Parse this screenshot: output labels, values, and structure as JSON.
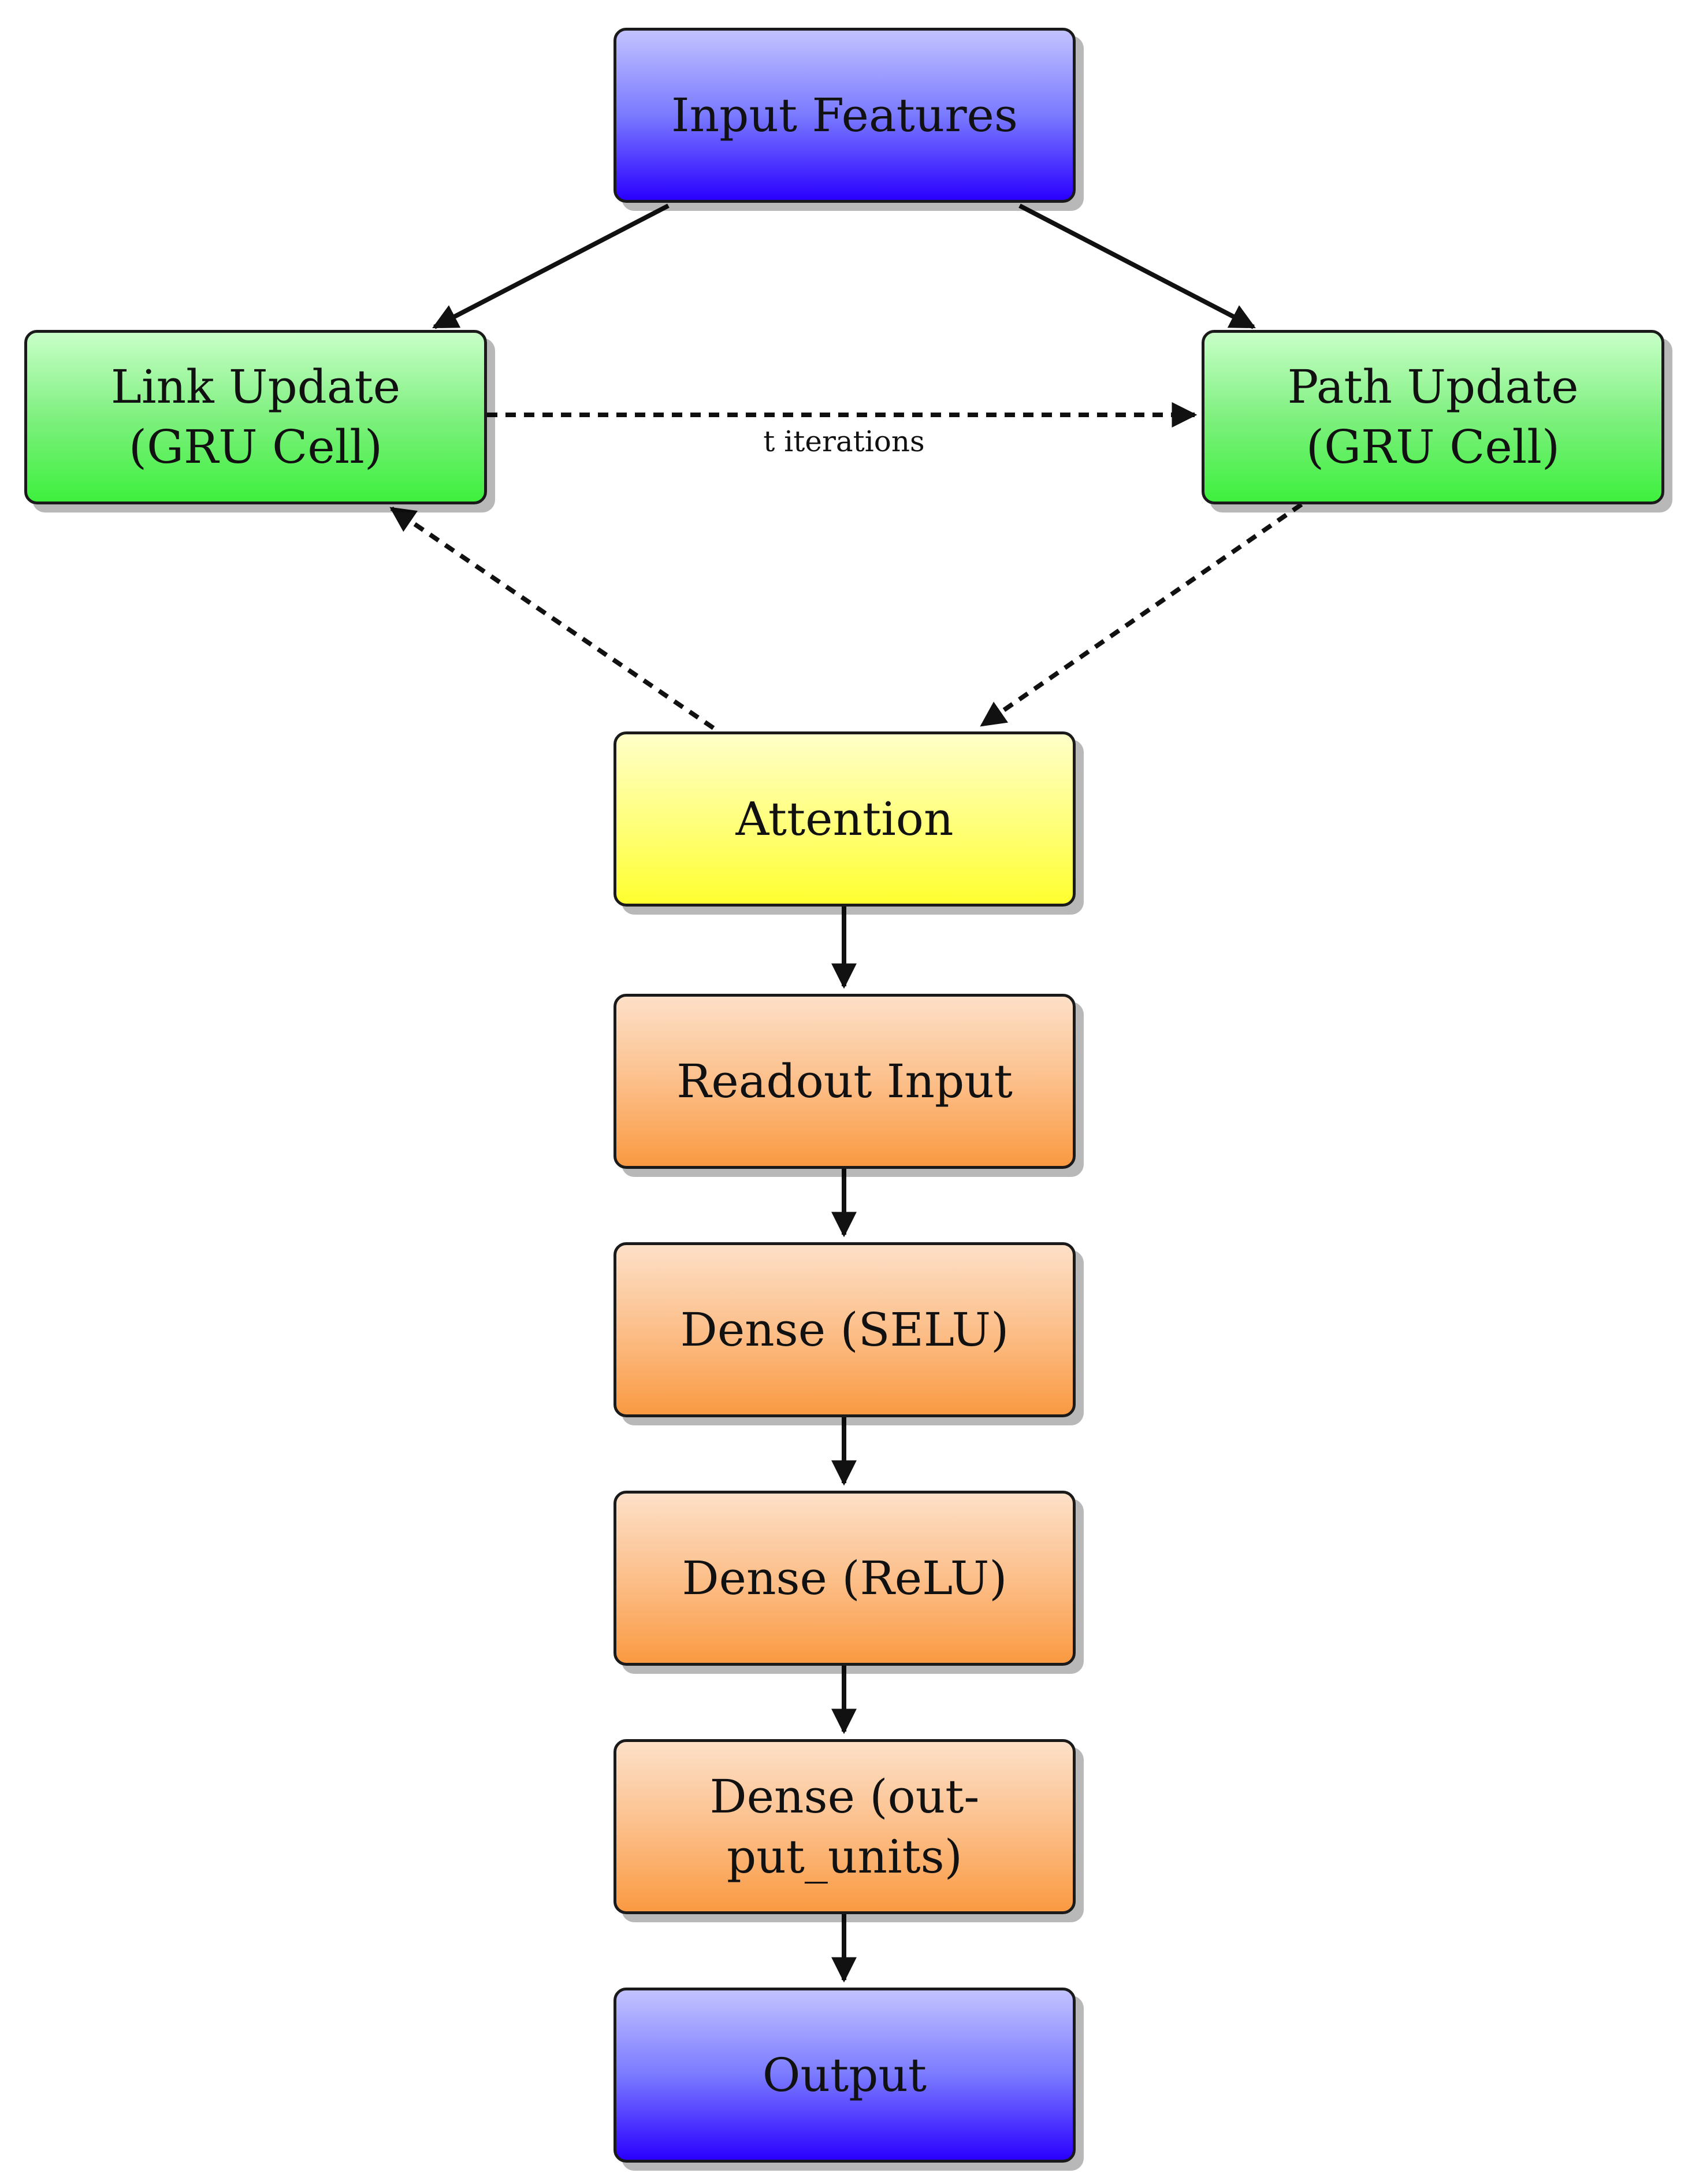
{
  "nodes": {
    "input_features": {
      "lines": [
        "Input Features"
      ]
    },
    "link_update": {
      "lines": [
        "Link Update",
        "(GRU Cell)"
      ]
    },
    "path_update": {
      "lines": [
        "Path Update",
        "(GRU Cell)"
      ]
    },
    "attention": {
      "lines": [
        "Attention"
      ]
    },
    "readout_input": {
      "lines": [
        "Readout Input"
      ]
    },
    "dense_selu": {
      "lines": [
        "Dense (SELU)"
      ]
    },
    "dense_relu": {
      "lines": [
        "Dense (ReLU)"
      ]
    },
    "dense_output_units": {
      "lines": [
        "Dense (out-",
        "put_units)"
      ]
    },
    "output": {
      "lines": [
        "Output"
      ]
    }
  },
  "edges": {
    "iteration_label": "t iterations"
  },
  "colors": {
    "io_node": "#2a00ff",
    "gru_node": "#3ef03e",
    "attention_node": "#ffff30",
    "readout_node": "#fa9a42",
    "stroke": "#111111"
  }
}
